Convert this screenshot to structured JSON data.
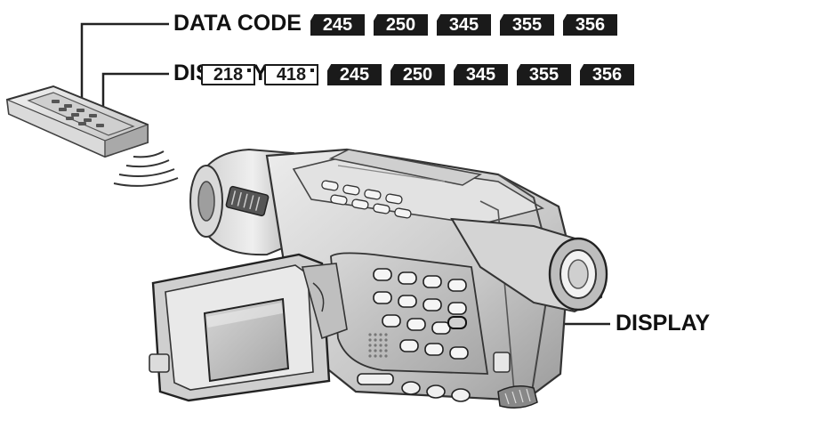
{
  "labels": {
    "data_code": "DATA CODE",
    "display_top": "DISPLAY",
    "display_side": "DISPLAY"
  },
  "data_code_models": [
    "245",
    "250",
    "345",
    "355",
    "356"
  ],
  "display_models": [
    {
      "text": "218",
      "style": "outline"
    },
    {
      "text": "418",
      "style": "outline"
    },
    {
      "text": "245",
      "style": "filled"
    },
    {
      "text": "250",
      "style": "filled"
    },
    {
      "text": "345",
      "style": "filled"
    },
    {
      "text": "355",
      "style": "filled"
    },
    {
      "text": "356",
      "style": "filled"
    }
  ],
  "colors": {
    "ink": "#1a1a1a",
    "body_light": "#d9d9d9",
    "body_mid": "#b5b5b5",
    "body_dark": "#6e6e6e",
    "screen": "#e6e6e6"
  }
}
